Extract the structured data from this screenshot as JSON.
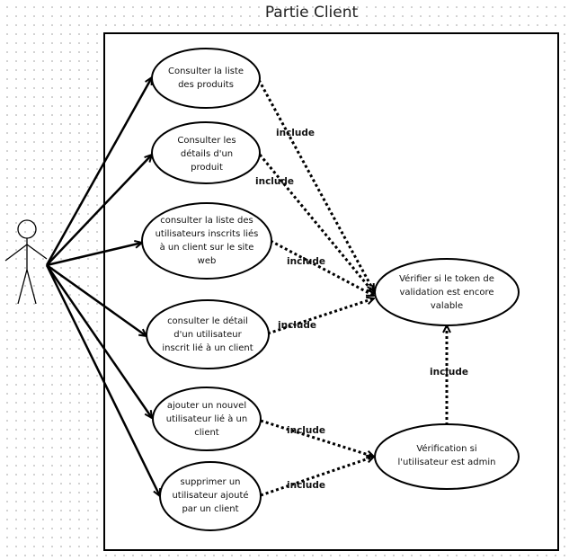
{
  "title": "Partie Client",
  "use_cases": {
    "uc1": "Consulter la liste des produits",
    "uc2": "Consulter les détails d'un produit",
    "uc3": "consulter la liste des utilisateurs inscrits liés à un client sur le site web",
    "uc4": "consulter le détail d'un utilisateur inscrit lié à un client",
    "uc5": "ajouter un nouvel utilisateur lié à un client",
    "uc6": "supprimer un utilisateur ajouté par un client",
    "uc_token": "Vérifier si le token de validation est encore valable",
    "uc_admin": "Vérification si l'utilisateur est admin"
  },
  "relations": {
    "include_label": "include"
  }
}
